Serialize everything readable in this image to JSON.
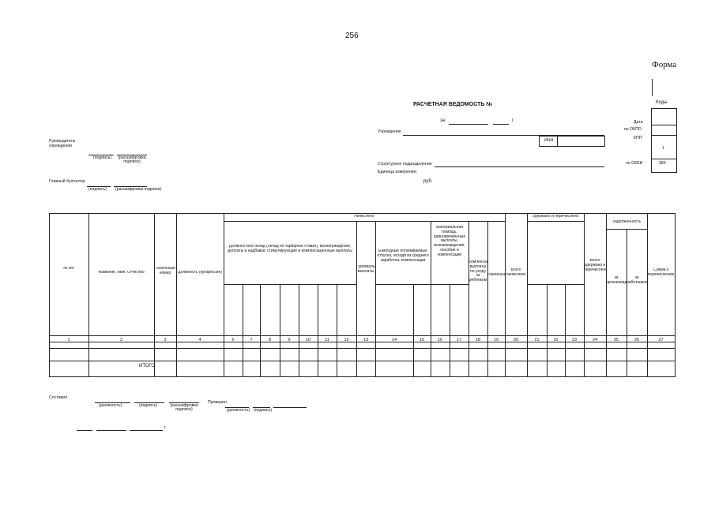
{
  "page_number": "256",
  "form_label": "Форма",
  "title": "РАСЧЕТНАЯ ВЕДОМОСТЬ №",
  "date_line": {
    "za": "за",
    "year_suffix": "г."
  },
  "codes": {
    "header": "Коды",
    "date": "Дата",
    "okpo": "по ОКПО",
    "kpp": "КПП",
    "okei": "по ОКЕИ",
    "okei_value": "383",
    "kpp_value": "1"
  },
  "org": {
    "uchrezhdenie": "Учреждение",
    "inn": "ИНН",
    "struct": "Структурное подразделение",
    "unit": "Единица измерения:",
    "unit_value": "руб."
  },
  "left": {
    "head_label": "Руководитель учреждения",
    "podpis": "(подпись)",
    "rasshifrovka": "(расшифровка подписи)",
    "chief_acc": "Главный бухгалтер",
    "podpis2": "(подпись)",
    "rasshifrovka2": "(расшифровка подписи)"
  },
  "table": {
    "col_np": "№ п/п",
    "col_fio": "Фамилия, Имя, Отчество",
    "col_tab": "Табельный номер",
    "col_dolzh": "Должность (профессия)",
    "grp_nachisleno": "Начислено",
    "grp_uderzhano": "Удержано и перечислено",
    "grp_zadolzh": "Задолженность",
    "sub_oklad": "Должностной оклад (оклад по тарифной ставке), вознаграждение, доплаты и надбавки, стимулирующие и компенсационные выплаты",
    "sub_premii": "Премиальные выплаты",
    "sub_otpusk": "Ежегодные оплачиваемые отпуска, исходя из среднего заработка, компенсации",
    "sub_materialn": "Материальная помощь, единовременные выплаты, вознаграждения, пособия и компенсации",
    "sub_kompens": "Компенсационные выплаты по уходу за ребенком",
    "sub_rayon": "Районный",
    "sub_vsego_nach": "Всего начислено",
    "sub_vsego_uderzh": "Всего удержано и перечислено",
    "sub_za_org": "за организацией",
    "sub_za_rab": "за работником",
    "sub_summa": "Сумма к перечислению",
    "numbers": [
      "1",
      "2",
      "3",
      "4",
      "6",
      "7",
      "8",
      "9",
      "10",
      "11",
      "12",
      "13",
      "14",
      "15",
      "16",
      "17",
      "18",
      "19",
      "20",
      "21",
      "22",
      "23",
      "24",
      "25",
      "26",
      "27"
    ],
    "itogo": "ИТОГО"
  },
  "footer": {
    "sostavil": "Составил",
    "dolzhnost": "(должность)",
    "podpis": "(подпись)",
    "rasshifrovka": "(расшифровка подписи)",
    "proveril": "Проверил",
    "dolzhnost2": "(должность)",
    "podpis2": "(подпись)",
    "year_suffix": "г."
  }
}
